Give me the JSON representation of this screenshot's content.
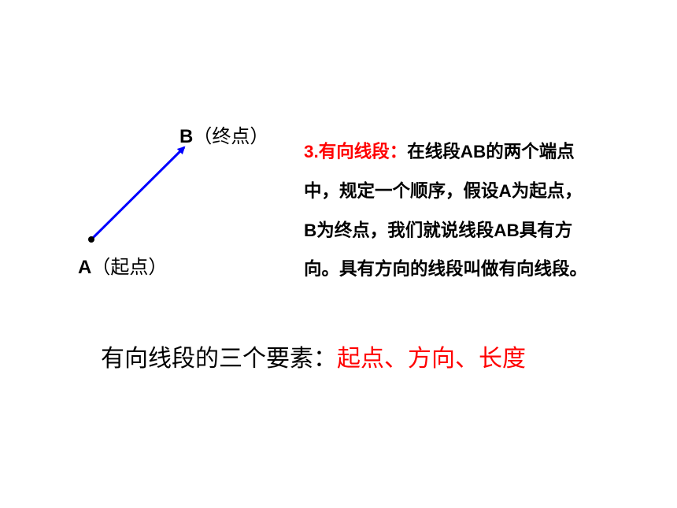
{
  "diagram": {
    "point_b": {
      "letter": "B",
      "note": "（终点）"
    },
    "point_a": {
      "letter": "A",
      "note": "（起点）"
    },
    "colors": {
      "segment": "#0000ff",
      "point": "#000000"
    }
  },
  "definition": {
    "heading": "3.有向线段：",
    "line1_a": "在线段",
    "line1_b": "AB",
    "line1_c": "的两个端点",
    "line2_a": "中，规定一个顺序，假设",
    "line2_b": "A",
    "line2_c": "为起点，",
    "line3_a": "B",
    "line3_b": "为终点，我们就说线段",
    "line3_c": "AB",
    "line3_d": "具有方",
    "line4": "向。具有方向的线段叫做有向线段。"
  },
  "elements": {
    "prefix": "有向线段的三个要素：",
    "items": "起点、方向、长度"
  },
  "colors": {
    "highlight": "#ff0000",
    "text": "#000000"
  }
}
